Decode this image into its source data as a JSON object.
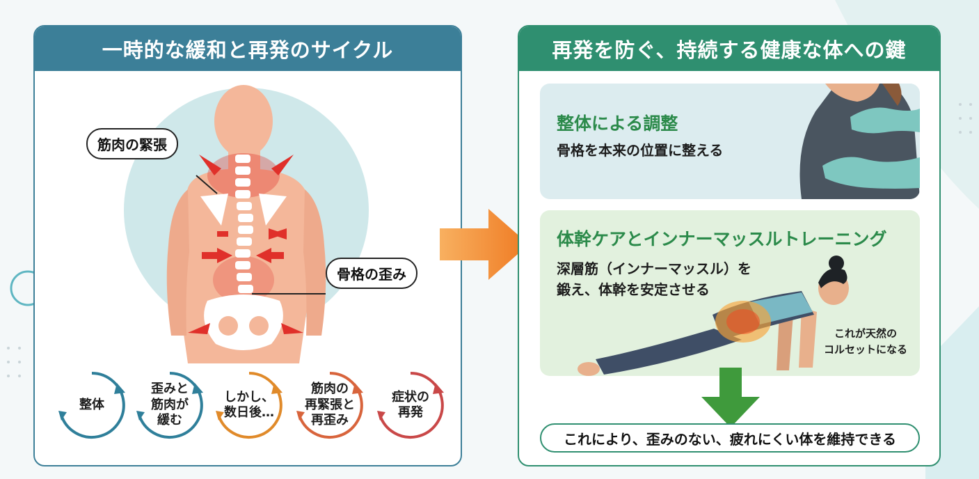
{
  "left_panel": {
    "title": "一時的な緩和と再発のサイクル",
    "callouts": {
      "muscle_tension": "筋肉の緊張",
      "skeletal_distortion": "骨格の歪み"
    },
    "cycle_steps": [
      {
        "label": "整体",
        "color": "#2f7f9a"
      },
      {
        "label": "歪みと\n筋肉が\n緩む",
        "color": "#2f7f9a"
      },
      {
        "label": "しかし、\n数日後…",
        "color": "#e08a2a"
      },
      {
        "label": "筋肉の\n再緊張と\n再歪み",
        "color": "#d8643c"
      },
      {
        "label": "症状の\n再発",
        "color": "#c94848"
      }
    ]
  },
  "right_panel": {
    "title": "再発を防ぐ、持続する健康な体への鍵",
    "adjustment": {
      "title": "整体による調整",
      "text": "骨格を本来の位置に整える"
    },
    "core_care": {
      "title": "体幹ケアとインナーマッスルトレーニング",
      "text_line1": "深層筋（インナーマッスル）を",
      "text_line2": "鍛え、体幹を安定させる",
      "note_line1": "これが天然の",
      "note_line2": "コルセットになる"
    },
    "conclusion": "これにより、歪みのない、疲れにくい体を維持できる"
  },
  "colors": {
    "left_accent": "#3c7f98",
    "right_accent": "#2f8f70",
    "arrow_orange": "#f08a2a",
    "arrow_green": "#3f9a3c",
    "tension_red": "#e0302a"
  }
}
